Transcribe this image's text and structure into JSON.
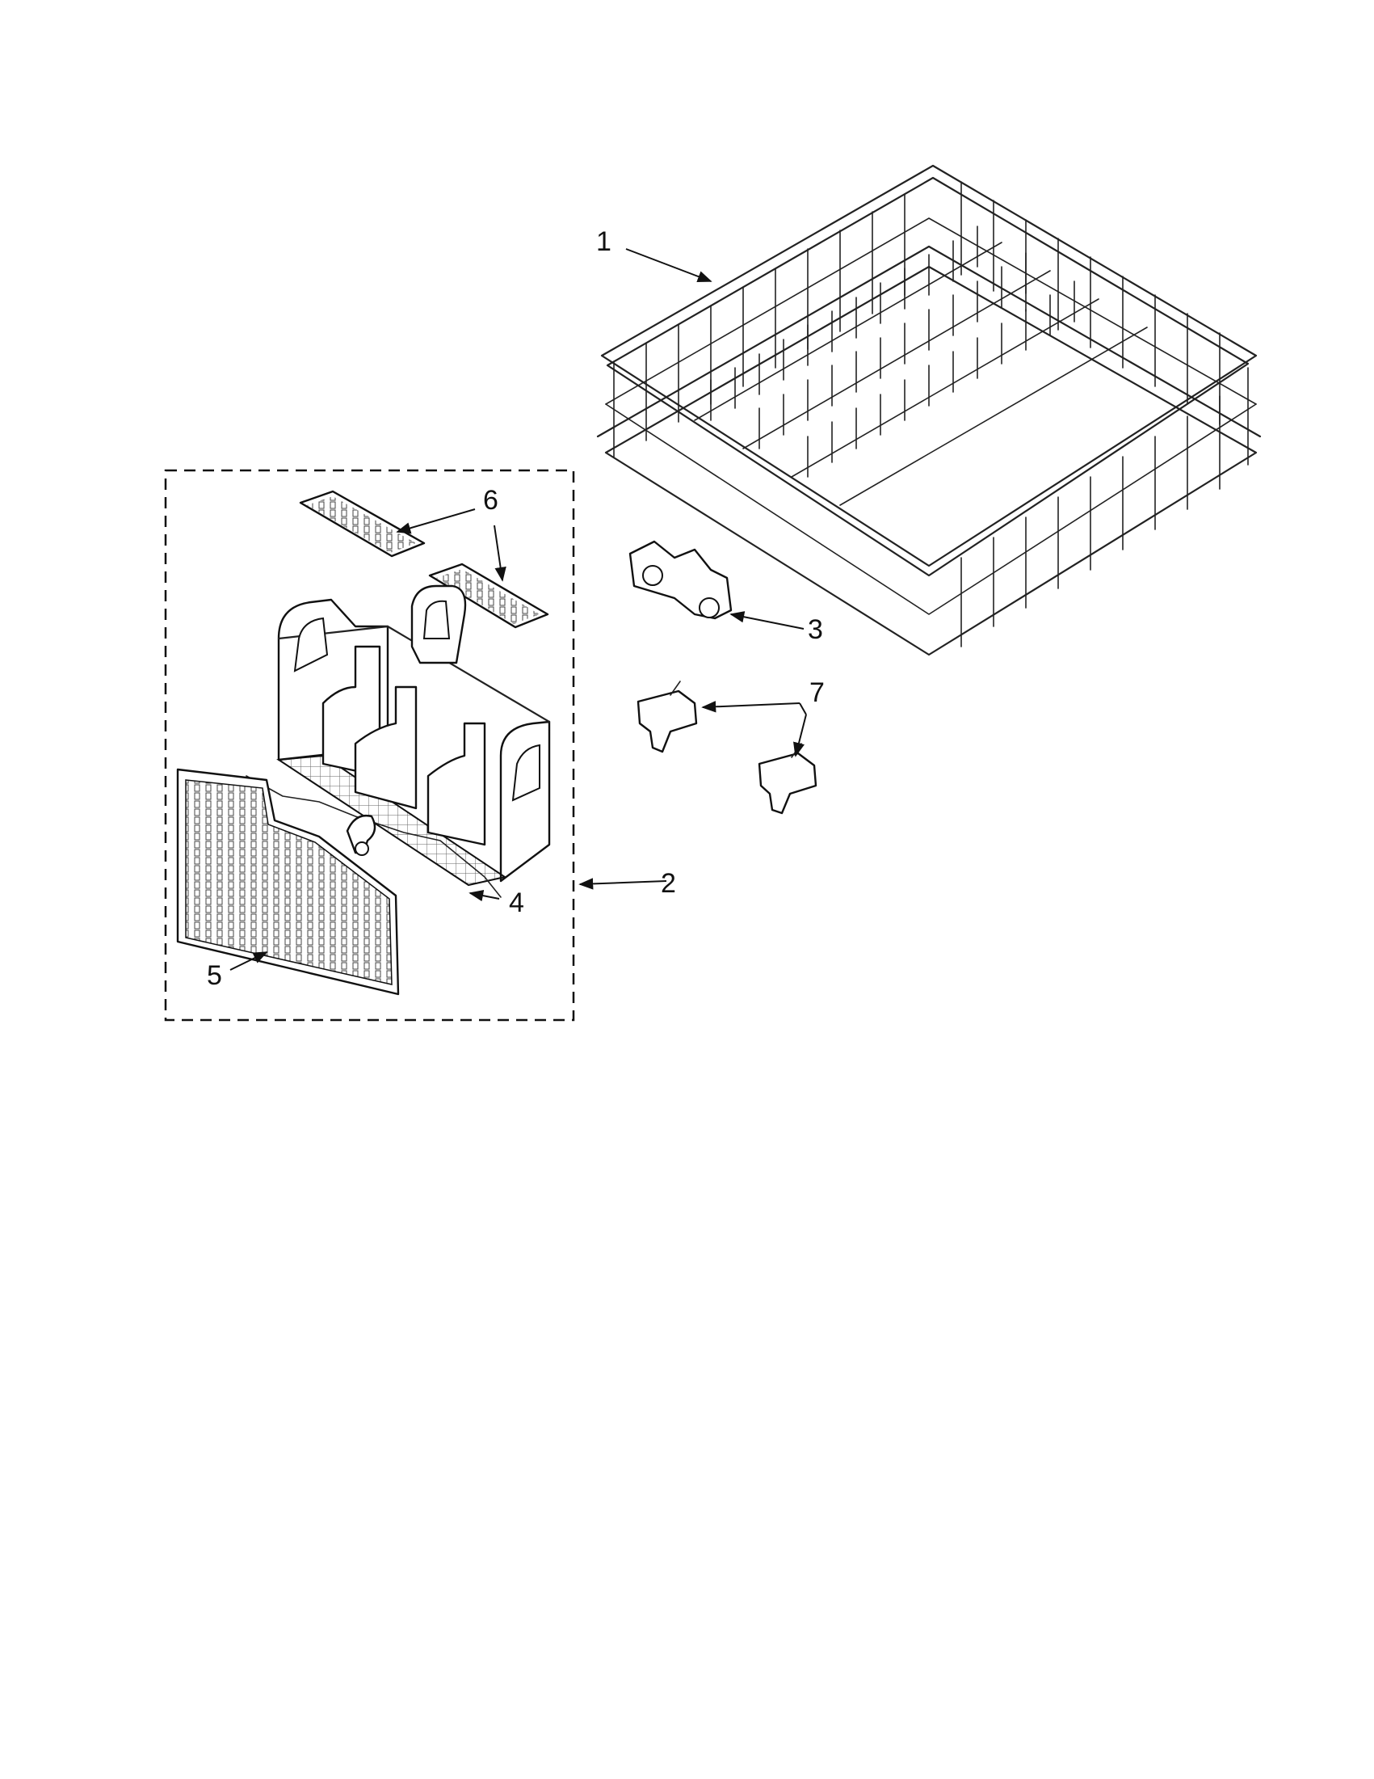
{
  "diagram": {
    "callouts": [
      {
        "id": "1",
        "label": "1"
      },
      {
        "id": "2",
        "label": "2"
      },
      {
        "id": "3",
        "label": "3"
      },
      {
        "id": "4",
        "label": "4"
      },
      {
        "id": "5",
        "label": "5"
      },
      {
        "id": "6",
        "label": "6"
      },
      {
        "id": "7",
        "label": "7"
      }
    ],
    "parts": [
      {
        "callout": "1",
        "name": "dishrack"
      },
      {
        "callout": "2",
        "name": "silverware-basket-assembly"
      },
      {
        "callout": "3",
        "name": "rack-wheel-bracket"
      },
      {
        "callout": "4",
        "name": "basket-handle"
      },
      {
        "callout": "5",
        "name": "basket-lid"
      },
      {
        "callout": "6",
        "name": "basket-cover-insert"
      },
      {
        "callout": "7",
        "name": "rack-clip"
      }
    ]
  }
}
